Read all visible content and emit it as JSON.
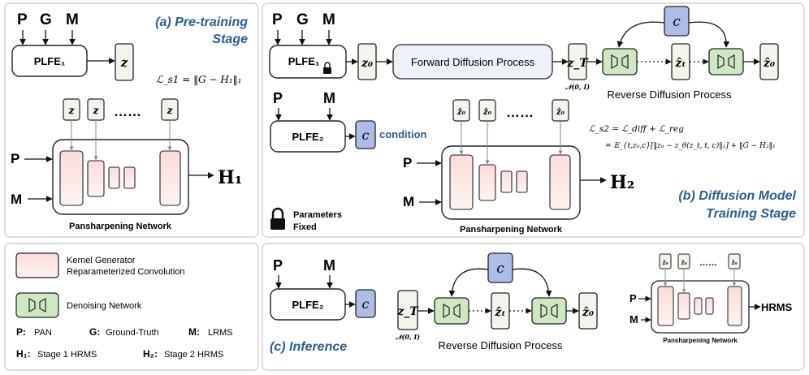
{
  "inputs": {
    "pan": "P",
    "gt": "G",
    "lrms": "M"
  },
  "modules": {
    "plfe1": "PLFE₁",
    "plfe2": "PLFE₂",
    "forward_diffusion": "Forward Diffusion Process",
    "reverse_diffusion": "Reverse Diffusion Process",
    "pansharpening_network": "Pansharpening Network",
    "condition_word": "condition"
  },
  "symbols": {
    "z": "z",
    "z0": "z₀",
    "zT": "z_T",
    "zt_hat": "ẑₜ",
    "z0_hat": "ẑ₀",
    "c": "c",
    "noise": "𝒩(0, I)",
    "dots": "……",
    "h1": "H₁",
    "h2": "H₂",
    "hrms": "HRMS"
  },
  "stages": {
    "a": "(a) Pre-training Stage",
    "a_line1": "(a) Pre-training",
    "a_line2": "Stage",
    "b_line1": "(b) Diffusion Model",
    "b_line2": "Training Stage",
    "c": "(c) Inference"
  },
  "equations": {
    "ls1": "ℒ_s1 = ‖G − H₁‖₁",
    "ls2_line1": "ℒ_s2 = ℒ_diff + ℒ_reg",
    "ls2_line2": "= 𝔼_{t,z₀,c}[‖z₀ − z_θ(z_t, t, c)‖₁] + ‖G − H₂‖₁"
  },
  "legend": {
    "kernel_line1": "Kernel Generator",
    "kernel_line2": "Reparameterized Convolution",
    "denoising": "Denoising Network",
    "p_key": "P:",
    "p_val": "PAN",
    "g_key": "G:",
    "g_val": "Ground-Truth",
    "m_key": "M:",
    "m_val": "LRMS",
    "h1_key": "H₁:",
    "h1_val": "Stage 1 HRMS",
    "h2_key": "H₂:",
    "h2_val": "Stage 2 HRMS",
    "fixed_line1": "Parameters",
    "fixed_line2": "Fixed"
  },
  "colors": {
    "stage_title": "#2e5d8c",
    "condition_fill": "#aebde8",
    "denoise_fill": "#cfe8c4",
    "kernel_fill_top": "#fbdedd",
    "kernel_fill_bottom": "#fdf2ee",
    "forward_fill": "#eef1f8",
    "token_fill": "#f3f4ec"
  }
}
